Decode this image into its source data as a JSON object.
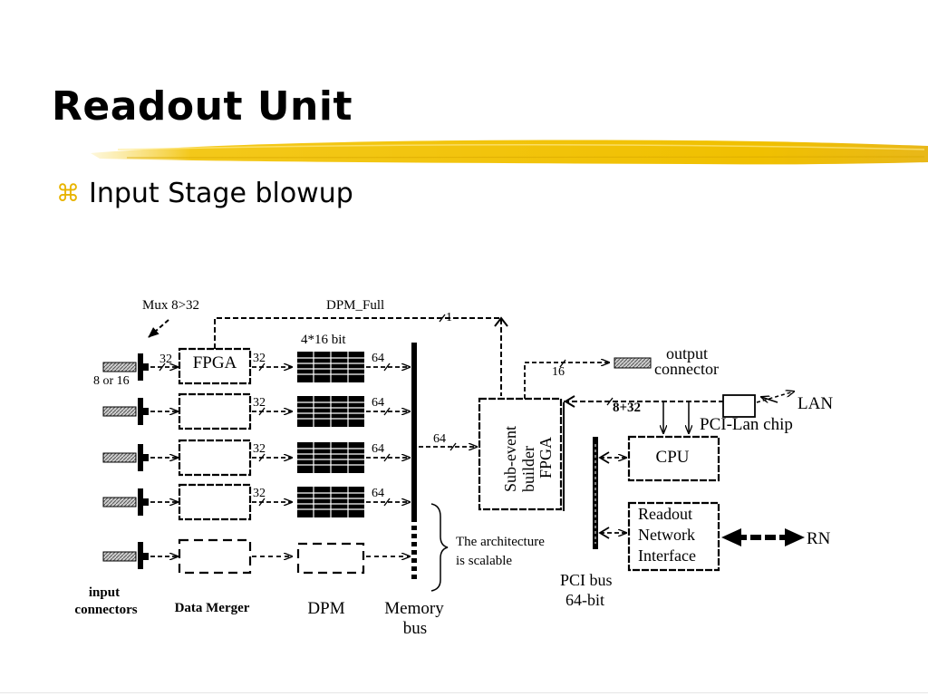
{
  "slide": {
    "title": "Readout Unit",
    "bullet": "Input Stage blowup",
    "accent_color": "#f2c200"
  },
  "diagram": {
    "mux_label": "Mux 8>32",
    "dpm_full_label": "DPM_Full",
    "dpm_full_width": "1",
    "dpm_width_label": "4*16 bit",
    "fpga_label": "FPGA",
    "input_width_32": "32",
    "input_width_alt": "8 or 16",
    "bus_width_32": "32",
    "bus_width_64": "64",
    "sub_event_width": "64",
    "sub_event_builder": [
      "Sub-event",
      "builder",
      "FPGA"
    ],
    "output_width": "16",
    "output_connector": [
      "output",
      "connector"
    ],
    "cpu_bus_width": "8+32",
    "pci_lan_chip": "PCI-Lan chip",
    "lan_label": "LAN",
    "cpu_label": "CPU",
    "rni_label": [
      "Readout",
      "Network",
      "Interface"
    ],
    "rn_label": "RN",
    "scalable_note": [
      "The architecture",
      "is scalable"
    ],
    "pci_bus": [
      "PCI bus",
      "64-bit"
    ],
    "input_connectors": [
      "input",
      "connectors"
    ],
    "data_merger": "Data Merger",
    "dpm": "DPM",
    "memory_bus": [
      "Memory",
      "bus"
    ]
  }
}
